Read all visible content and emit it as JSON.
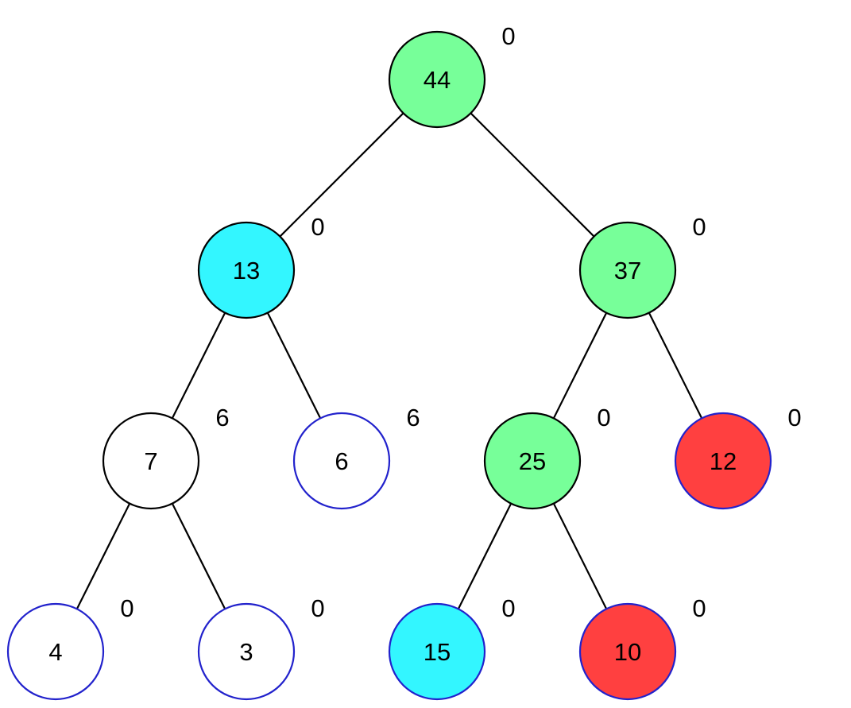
{
  "palette": {
    "edge": "#000000",
    "green": "#77ff99",
    "cyan": "#33f6ff",
    "red": "#ff4040",
    "white": "#ffffff",
    "border_black": "#000000",
    "border_blue": "#2222cc"
  },
  "tree": {
    "nodes": [
      {
        "id": "n44",
        "value": "44",
        "tag": "0",
        "fill": "#77ff99",
        "border": "#000000"
      },
      {
        "id": "n13",
        "value": "13",
        "tag": "0",
        "fill": "#33f6ff",
        "border": "#000000"
      },
      {
        "id": "n37",
        "value": "37",
        "tag": "0",
        "fill": "#77ff99",
        "border": "#000000"
      },
      {
        "id": "n7",
        "value": "7",
        "tag": "6",
        "fill": "#ffffff",
        "border": "#000000"
      },
      {
        "id": "n6",
        "value": "6",
        "tag": "6",
        "fill": "#ffffff",
        "border": "#2222cc"
      },
      {
        "id": "n25",
        "value": "25",
        "tag": "0",
        "fill": "#77ff99",
        "border": "#000000"
      },
      {
        "id": "n12",
        "value": "12",
        "tag": "0",
        "fill": "#ff4040",
        "border": "#2222cc"
      },
      {
        "id": "n4",
        "value": "4",
        "tag": "0",
        "fill": "#ffffff",
        "border": "#2222cc"
      },
      {
        "id": "n3",
        "value": "3",
        "tag": "0",
        "fill": "#ffffff",
        "border": "#2222cc"
      },
      {
        "id": "n15",
        "value": "15",
        "tag": "0",
        "fill": "#33f6ff",
        "border": "#2222cc"
      },
      {
        "id": "n10",
        "value": "10",
        "tag": "0",
        "fill": "#ff4040",
        "border": "#2222cc"
      }
    ],
    "edges": [
      {
        "from": "n44",
        "to": "n13"
      },
      {
        "from": "n44",
        "to": "n37"
      },
      {
        "from": "n13",
        "to": "n7"
      },
      {
        "from": "n13",
        "to": "n6"
      },
      {
        "from": "n37",
        "to": "n25"
      },
      {
        "from": "n37",
        "to": "n12"
      },
      {
        "from": "n7",
        "to": "n4"
      },
      {
        "from": "n7",
        "to": "n3"
      },
      {
        "from": "n25",
        "to": "n15"
      },
      {
        "from": "n25",
        "to": "n10"
      }
    ]
  }
}
